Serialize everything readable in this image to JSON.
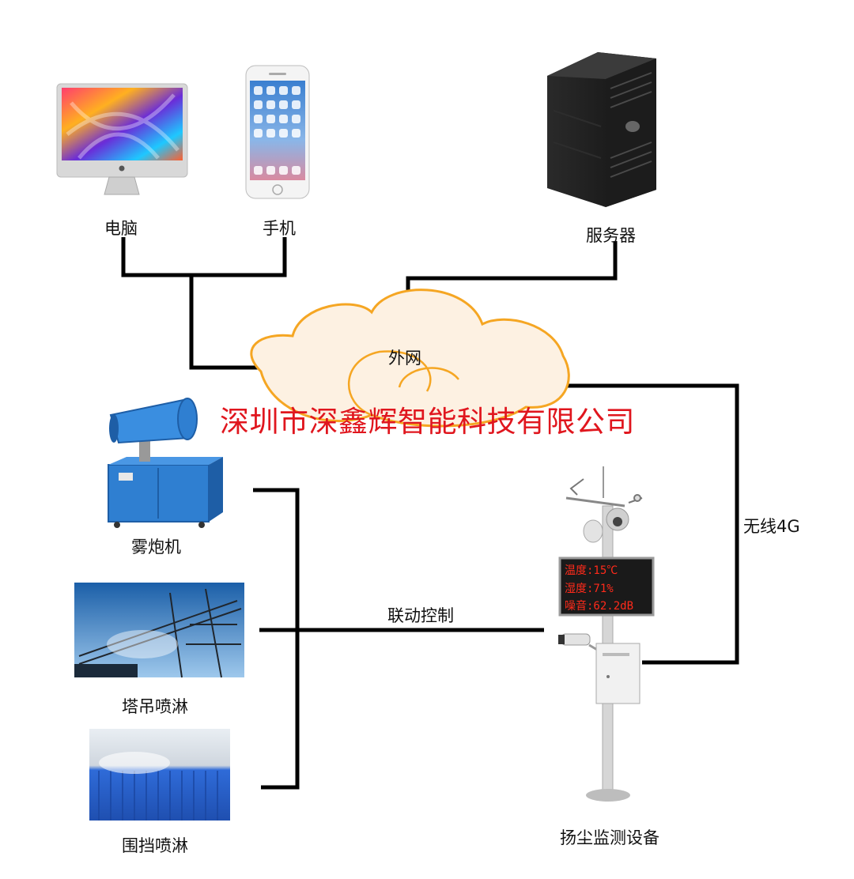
{
  "nodes": {
    "computer": "电脑",
    "phone": "手机",
    "server": "服务器",
    "cloud": "外网",
    "fog_cannon": "雾炮机",
    "tower_crane_spray": "塔吊喷淋",
    "fence_spray": "围挡喷淋",
    "dust_monitor": "扬尘监测设备"
  },
  "edges": {
    "wireless": "无线4G",
    "linkage": "联动控制"
  },
  "watermark": "深圳市深鑫辉智能科技有限公司",
  "led_display": {
    "line1": "温度:15℃",
    "line2": "湿度:71%",
    "line3": "噪音:62.2dB"
  },
  "colors": {
    "watermark": "#e0161e",
    "cloud_fill": "#fdf1e2",
    "cloud_outline": "#f5a623",
    "connector": "#000000",
    "led_text": "#ff2a1a"
  }
}
